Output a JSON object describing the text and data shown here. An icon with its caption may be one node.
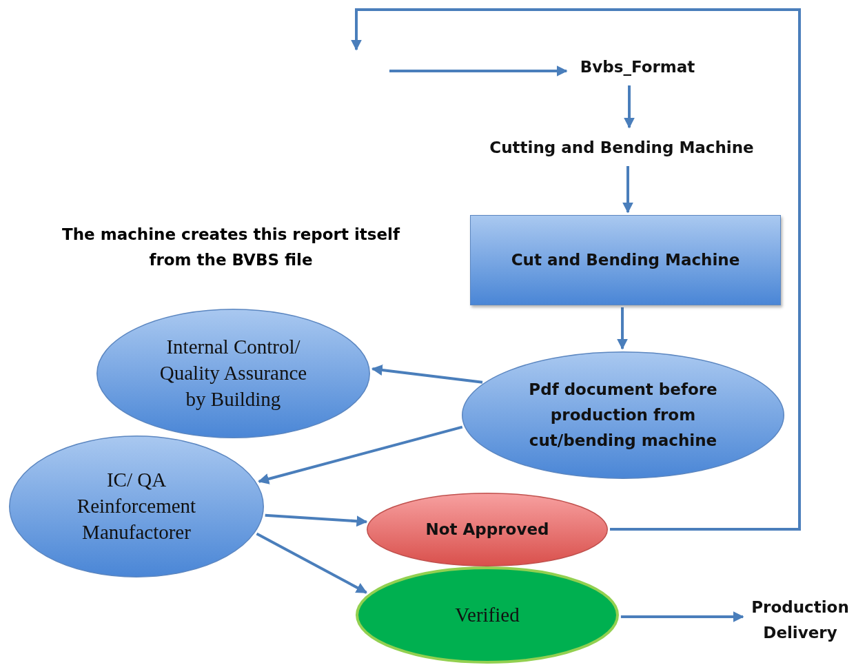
{
  "diagram": {
    "nodes": [
      {
        "text": [
          "Bvbs_Format"
        ]
      },
      {
        "text": [
          "Cutting and Bending Machine"
        ]
      },
      {
        "text": [
          "Cut and Bending Machine"
        ]
      },
      {
        "text": [
          "Pdf document before production from cut/bending machine"
        ]
      },
      {
        "text": [
          "Internal Control/ Quality Assurance by Building"
        ]
      },
      {
        "text": [
          "IC/ QA Reinforcement Manufactorer"
        ]
      },
      {
        "text": [
          "Not Approved"
        ]
      },
      {
        "text": [
          "Verified"
        ]
      },
      {
        "text": [
          "Production Delivery"
        ]
      }
    ],
    "edges": [
      {
        "from": null,
        "to": 0,
        "arrow": "to"
      },
      {
        "from": 0,
        "to": 1,
        "arrow": "to"
      },
      {
        "from": 1,
        "to": 2,
        "arrow": "to"
      },
      {
        "from": 2,
        "to": 3,
        "arrow": "to"
      },
      {
        "from": 3,
        "to": 4,
        "arrow": "to"
      },
      {
        "from": 3,
        "to": 5,
        "arrow": "to"
      },
      {
        "from": 5,
        "to": 6,
        "arrow": "to"
      },
      {
        "from": 5,
        "to": 7,
        "arrow": "to"
      },
      {
        "from": 7,
        "to": 8,
        "arrow": "to"
      },
      {
        "from": 6,
        "to": null,
        "arrow": "to"
      }
    ],
    "labels": [
      "The machine creates this report itself from the BVBS file"
    ]
  }
}
